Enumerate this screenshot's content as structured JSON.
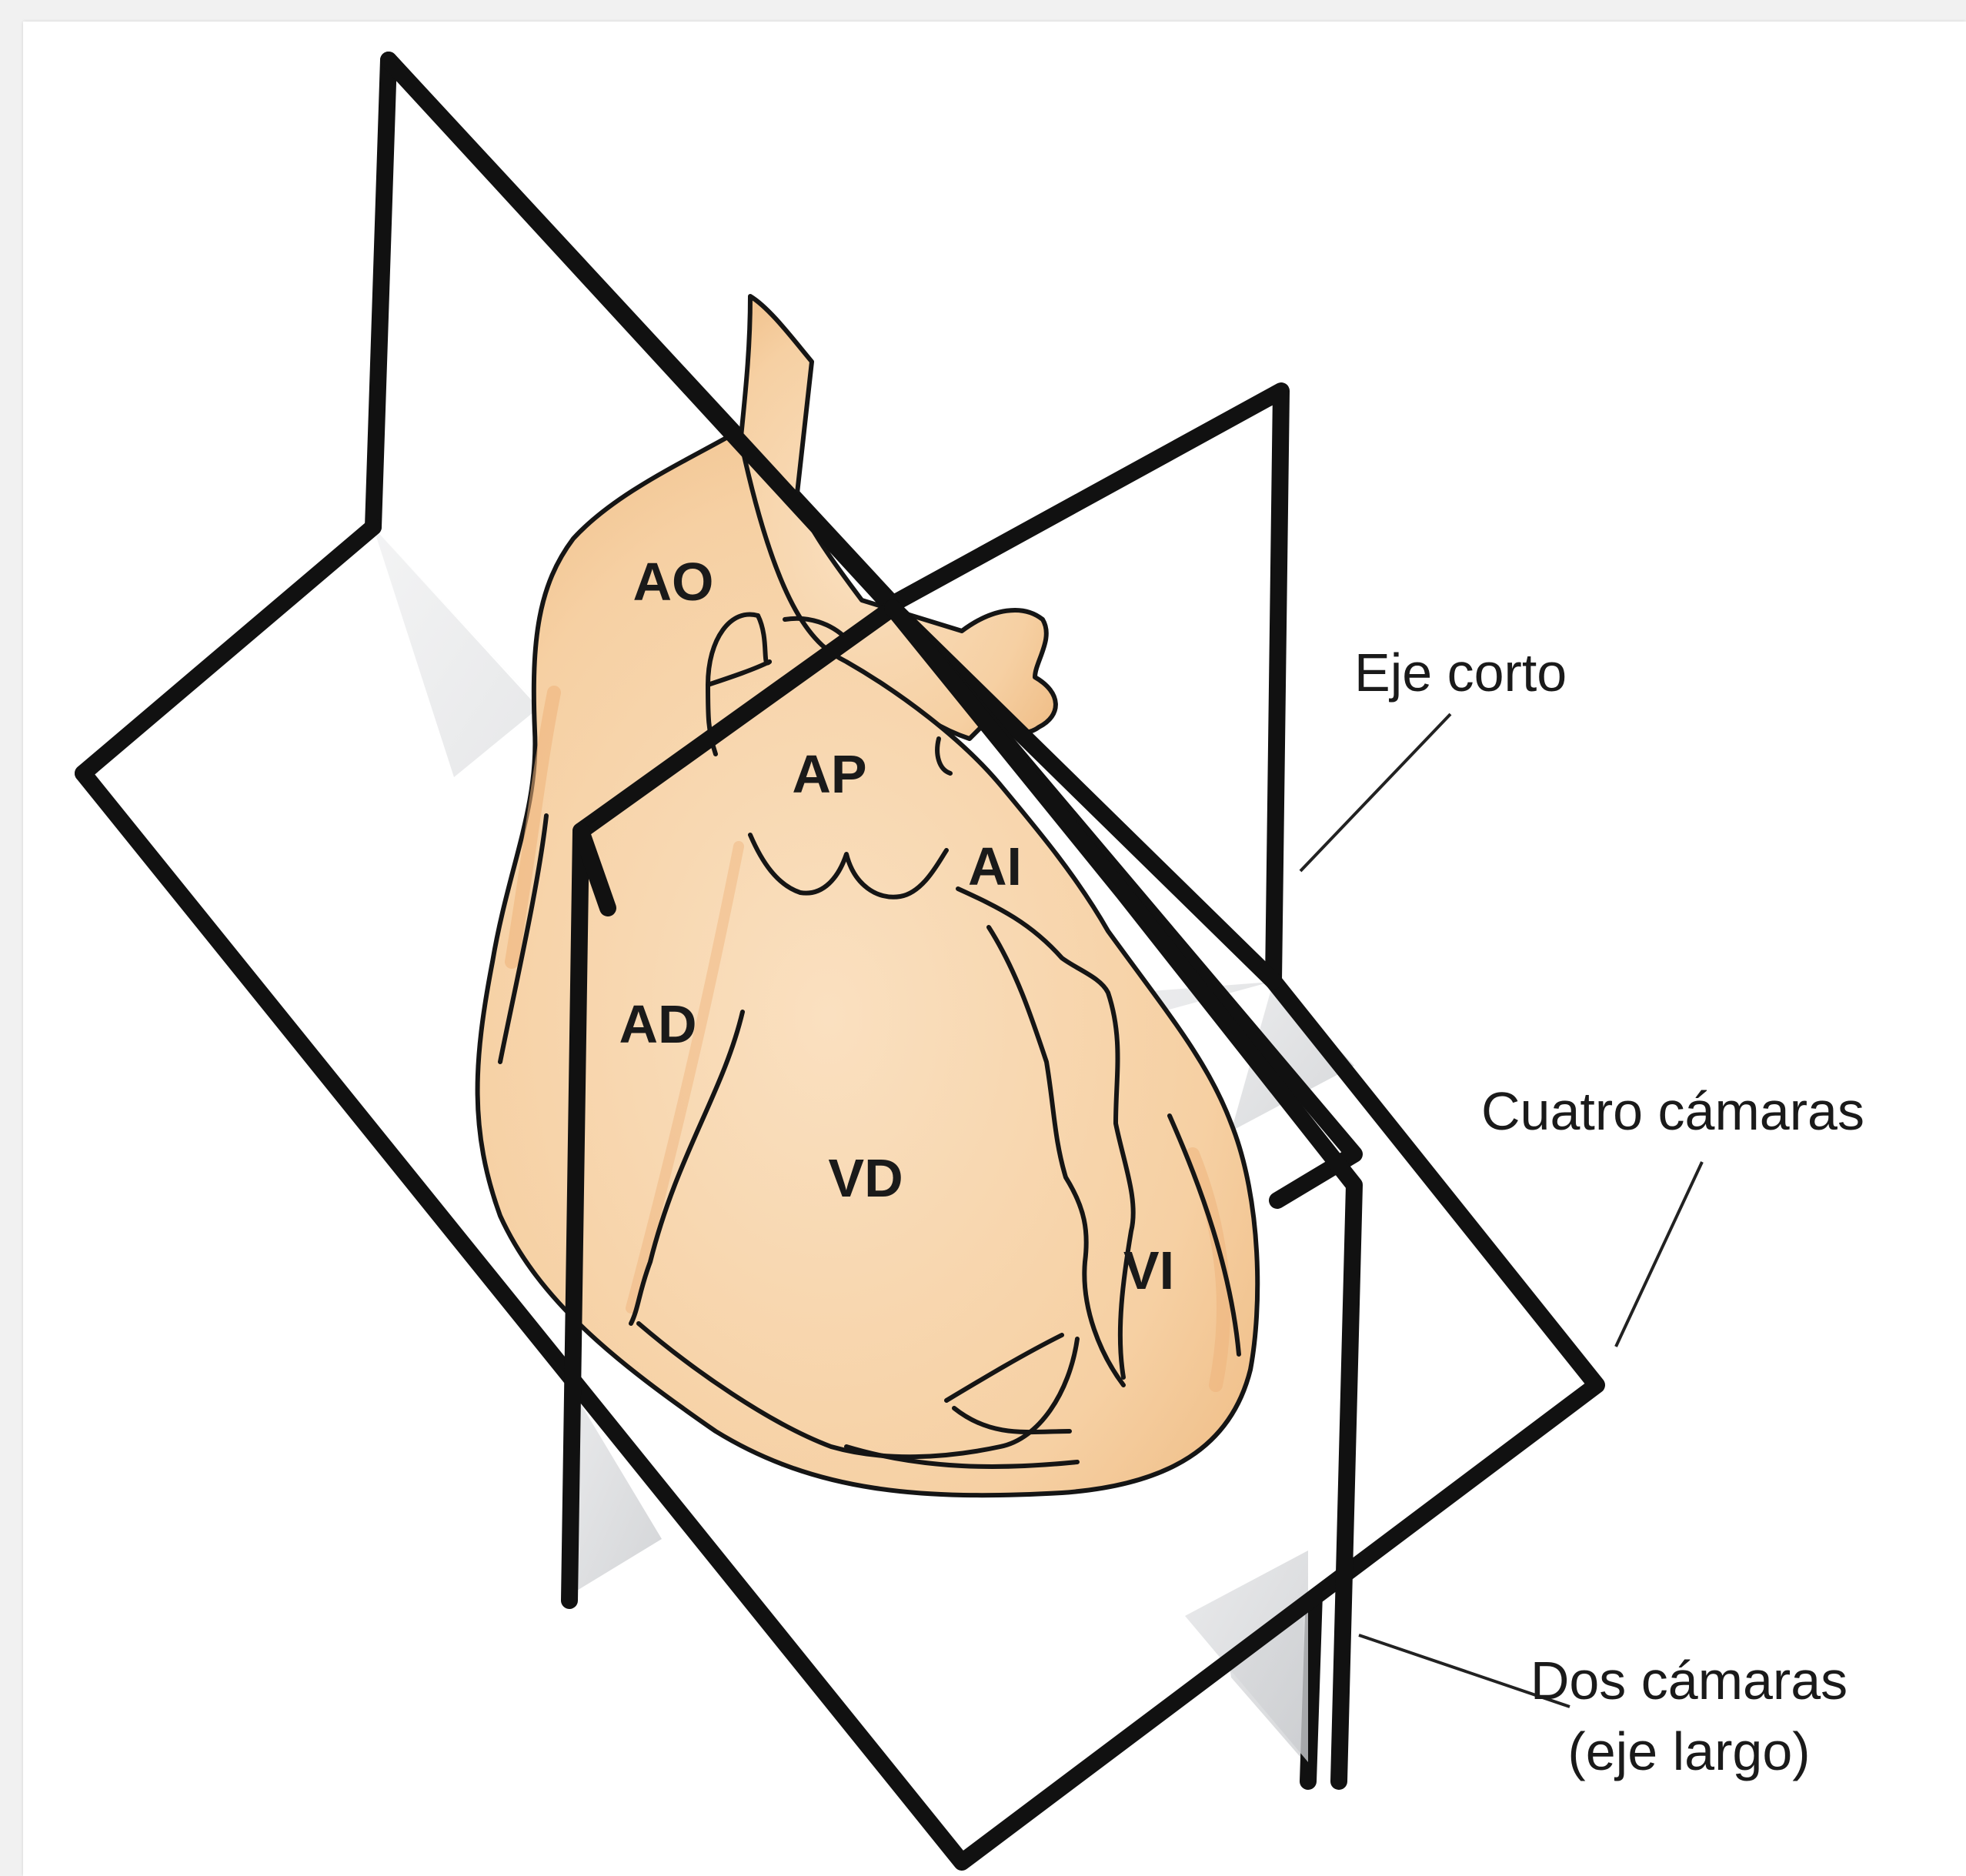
{
  "figure": {
    "colors": {
      "heart_fill": "#f7d3a8",
      "heart_shade": "#efb97f",
      "plane_fill": "#ffffff",
      "plane_shade": "#d4d6d8",
      "line": "#111111"
    },
    "chambers": {
      "ao": "AO",
      "ap": "AP",
      "ai": "AI",
      "ad": "AD",
      "vd": "VD",
      "vi": "VI"
    },
    "callouts": {
      "short_axis": "Eje corto",
      "four_chamber": "Cuatro cámaras",
      "two_chamber_line1": "Dos cámaras",
      "two_chamber_line2": "(eje largo)"
    }
  }
}
